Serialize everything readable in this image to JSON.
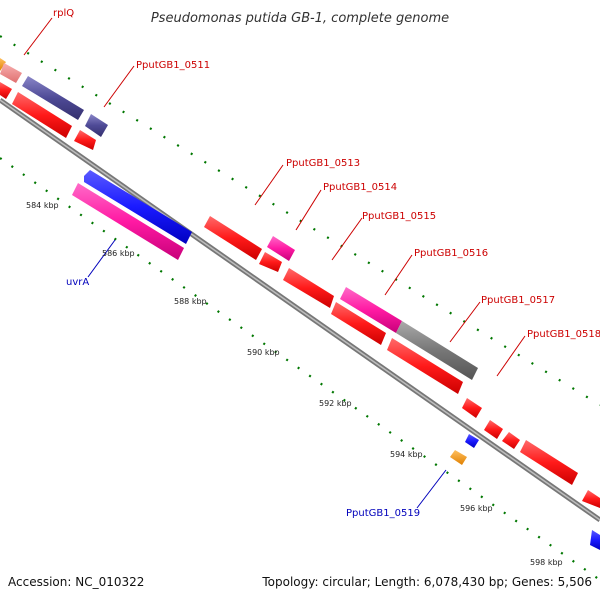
{
  "title": "Pseudomonas putida GB-1, complete genome",
  "footer": {
    "accession": "Accession: NC_010322",
    "summary": "Topology: circular; Length: 6,078,430 bp; Genes: 5,506"
  },
  "ticks": [
    "584 kbp",
    "586 kbp",
    "588 kbp",
    "590 kbp",
    "592 kbp",
    "594 kbp",
    "596 kbp",
    "598 kbp"
  ],
  "labels": {
    "rplQ": "rplQ",
    "g0511": "PputGB1_0511",
    "g0513": "PputGB1_0513",
    "g0514": "PputGB1_0514",
    "g0515": "PputGB1_0515",
    "g0516": "PputGB1_0516",
    "g0517": "PputGB1_0517",
    "g0518": "PputGB1_0518",
    "uvrA": "uvrA",
    "g0519": "PputGB1_0519"
  },
  "colors": {
    "forward_label": "#cc0000",
    "reverse_label": "#0000bb",
    "cds_red": "#ff1a1a",
    "cds_magenta": "#ff1aa3",
    "cds_blue": "#1a1aff",
    "cds_purple": "#4e4a96",
    "cds_gray": "#777777",
    "cds_orange": "#ff9900",
    "cds_pink": "#f08080",
    "backbone": "#888888",
    "gc_ticks": "#007700"
  }
}
